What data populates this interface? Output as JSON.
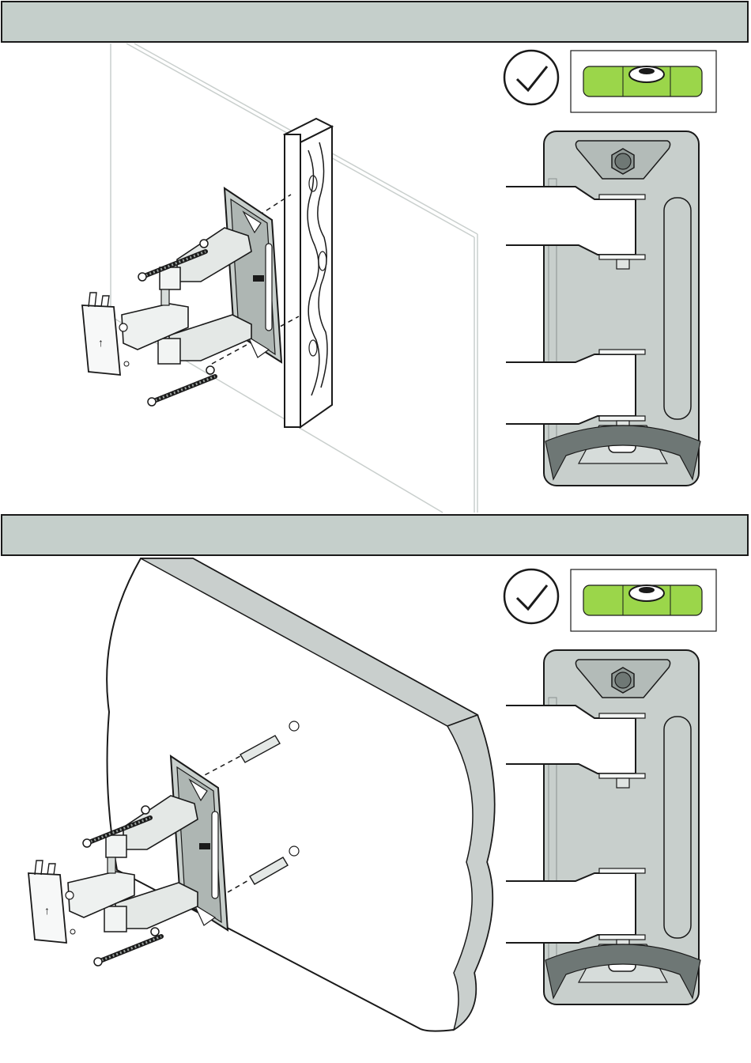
{
  "colors": {
    "header_fill": "#c5cfcb",
    "bracket_fill": "#c8cfcc",
    "level_green": "#9bd64a",
    "arrow_gray": "#6e7775",
    "wall_edge": "#c9cfcd"
  },
  "icons": [
    "check-icon",
    "bubble-level-icon",
    "rotate-arrow-icon",
    "lag-screw-icon",
    "wall-anchor-icon"
  ],
  "sections": [
    {
      "surface": "wood-stud",
      "level_status": "ok"
    },
    {
      "surface": "solid-wall",
      "level_status": "ok"
    }
  ]
}
